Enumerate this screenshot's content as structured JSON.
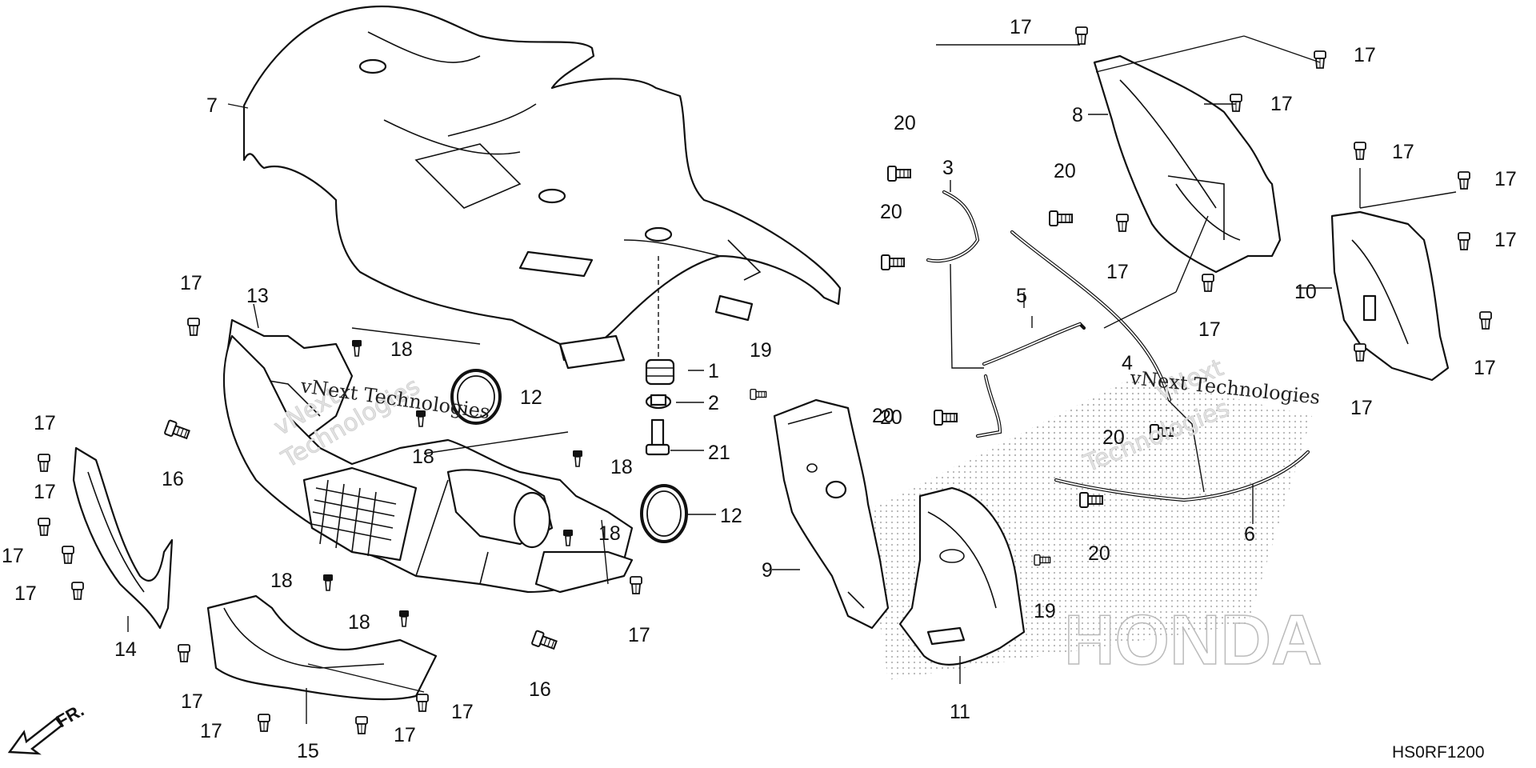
{
  "diagram": {
    "part_code": "HS0RF1200",
    "direction_label": "FR.",
    "brand_mark": "HONDA",
    "watermark": {
      "line1": "vNext",
      "line2": "Technologies",
      "overlay": "vNext Technologies"
    },
    "callouts": [
      "1",
      "2",
      "3",
      "4",
      "5",
      "6",
      "7",
      "8",
      "9",
      "10",
      "11",
      "12",
      "13",
      "14",
      "15",
      "16",
      "17",
      "18",
      "19",
      "20",
      "21"
    ]
  }
}
